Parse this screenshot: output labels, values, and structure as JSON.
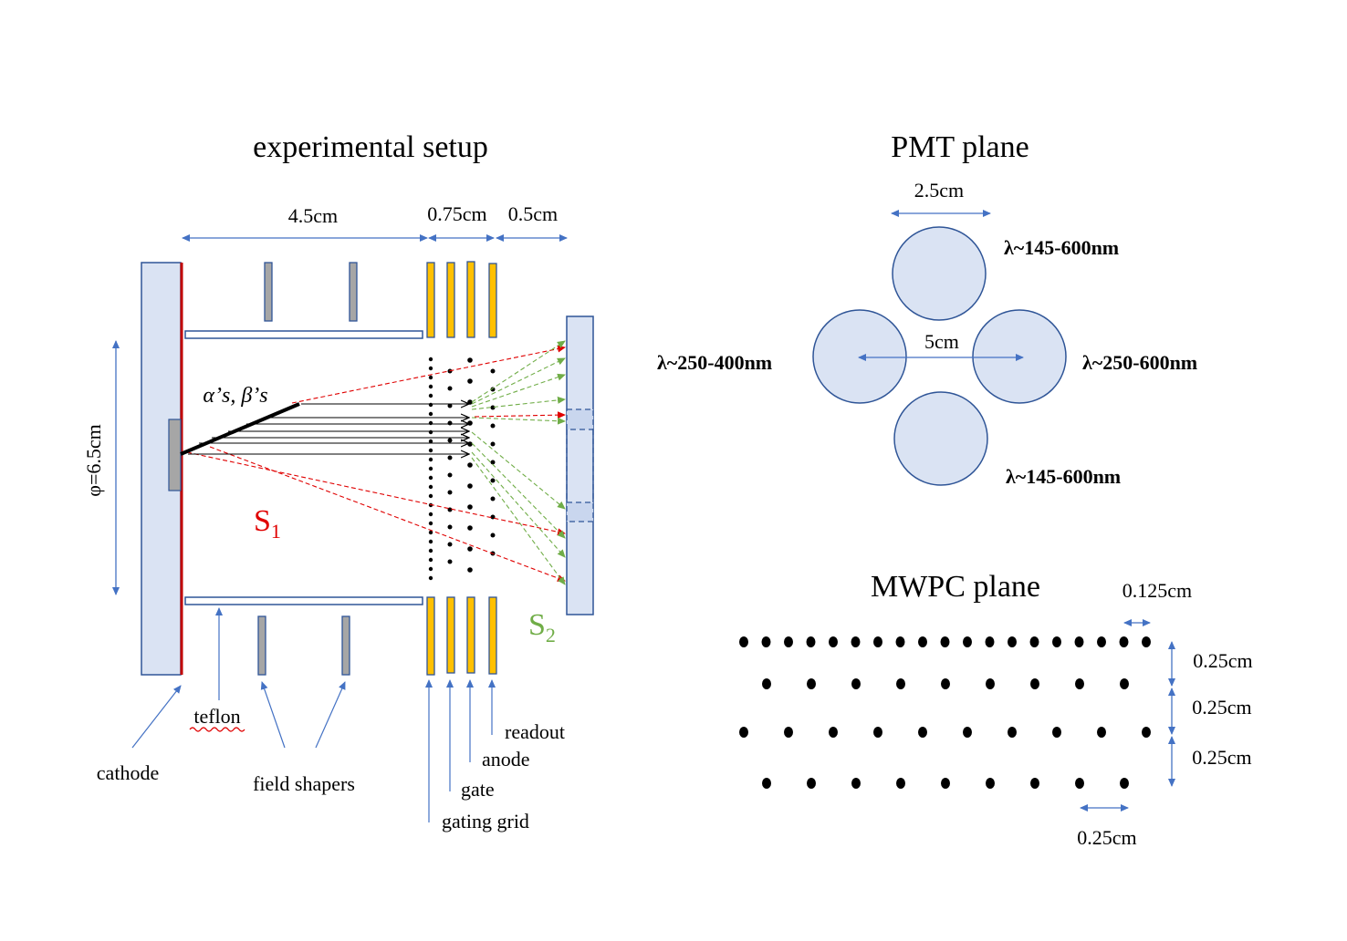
{
  "setup": {
    "title": "experimental setup",
    "dim_drift": "4.5cm",
    "dim_gate": "0.75cm",
    "dim_readout": "0.5cm",
    "diameter": "φ=6.5cm",
    "particles": "α’s, β’s",
    "s1": "S",
    "s1_sub": "1",
    "s2": "S",
    "s2_sub": "2",
    "labels": {
      "cathode": "cathode",
      "teflon": "teflon",
      "field_shapers": "field shapers",
      "readout": "readout",
      "anode": "anode",
      "gate": "gate",
      "gating_grid": "gating grid"
    }
  },
  "pmt": {
    "title": "PMT plane",
    "pitch": "2.5cm",
    "spacing": "5cm",
    "top": "λ~145-600nm",
    "left": "λ~250-400nm",
    "right": "λ~250-600nm",
    "bottom": "λ~145-600nm"
  },
  "mwpc": {
    "title": "MWPC plane",
    "wire_spacing": "0.125cm",
    "row1": "0.25cm",
    "row2": "0.25cm",
    "row3": "0.25cm",
    "col": "0.25cm"
  },
  "colors": {
    "panel_fill": "#dae3f3",
    "panel_stroke": "#2f5597",
    "electrode": "#ffc000",
    "field_shaper": "#a6a6a6",
    "cathode_line": "#c00000",
    "s1": "#e00000",
    "s2": "#70ad47",
    "dimension_arrow": "#4472c4"
  }
}
